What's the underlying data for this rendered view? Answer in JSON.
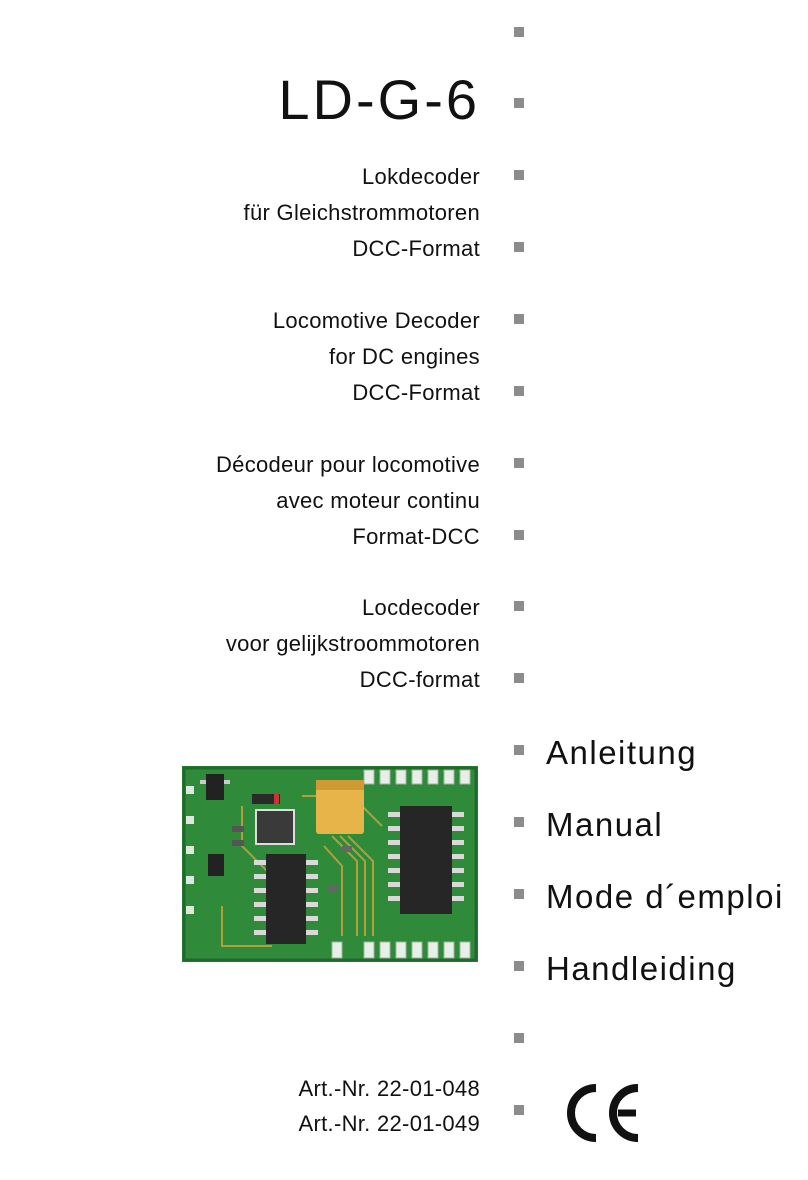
{
  "title": "LD-G-6",
  "sections": [
    {
      "lang": "de",
      "lines": [
        "Lokdecoder",
        "für Gleichstrommotoren",
        "DCC-Format"
      ]
    },
    {
      "lang": "en",
      "lines": [
        "Locomotive Decoder",
        "for DC engines",
        "DCC-Format"
      ]
    },
    {
      "lang": "fr",
      "lines": [
        "Décodeur pour locomotive",
        "avec moteur continu",
        "Format-DCC"
      ]
    },
    {
      "lang": "nl",
      "lines": [
        "Locdecoder",
        "voor gelijkstroommotoren",
        "DCC-format"
      ]
    }
  ],
  "manual_labels": [
    "Anleitung",
    "Manual",
    "Mode d´emploi",
    "Handleiding"
  ],
  "article_numbers": [
    "Art.-Nr. 22-01-048",
    "Art.-Nr. 22-01-049"
  ],
  "colors": {
    "bullet": "#8c8c8c",
    "pcb_green": "#2f8a3a",
    "text": "#111111"
  },
  "icons": [
    "decoder-board-photo",
    "ce-mark-icon"
  ]
}
